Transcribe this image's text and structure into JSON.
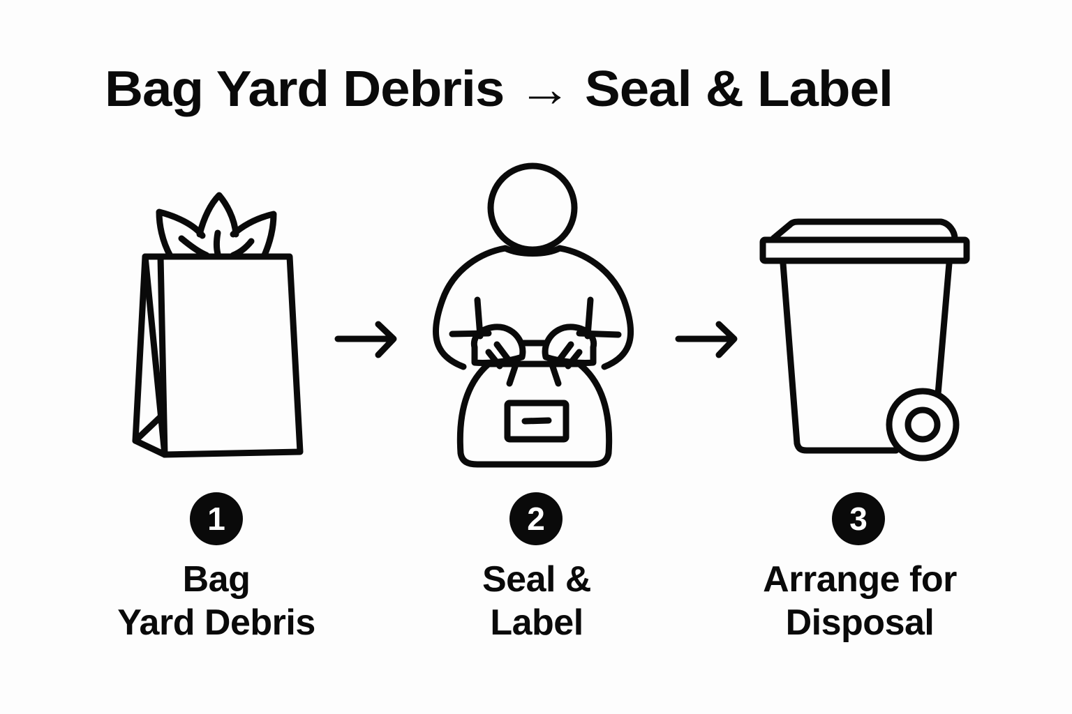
{
  "title": "Bag Yard Debris → Seal & Label",
  "colors": {
    "background": "#fdfdfd",
    "ink": "#0a0a0a",
    "badge_text": "#ffffff"
  },
  "steps": [
    {
      "number": "1",
      "icon": "paper-bag-with-leaves-icon",
      "label_line1": "Bag",
      "label_line2": "Yard Debris"
    },
    {
      "number": "2",
      "icon": "person-tying-bag-with-label-icon",
      "label_line1": "Seal &",
      "label_line2": "Label"
    },
    {
      "number": "3",
      "icon": "wheeled-trash-bin-icon",
      "label_line1": "Arrange for",
      "label_line2": "Disposal"
    }
  ],
  "connectors": [
    {
      "icon": "arrow-right-icon"
    },
    {
      "icon": "arrow-right-icon"
    }
  ]
}
